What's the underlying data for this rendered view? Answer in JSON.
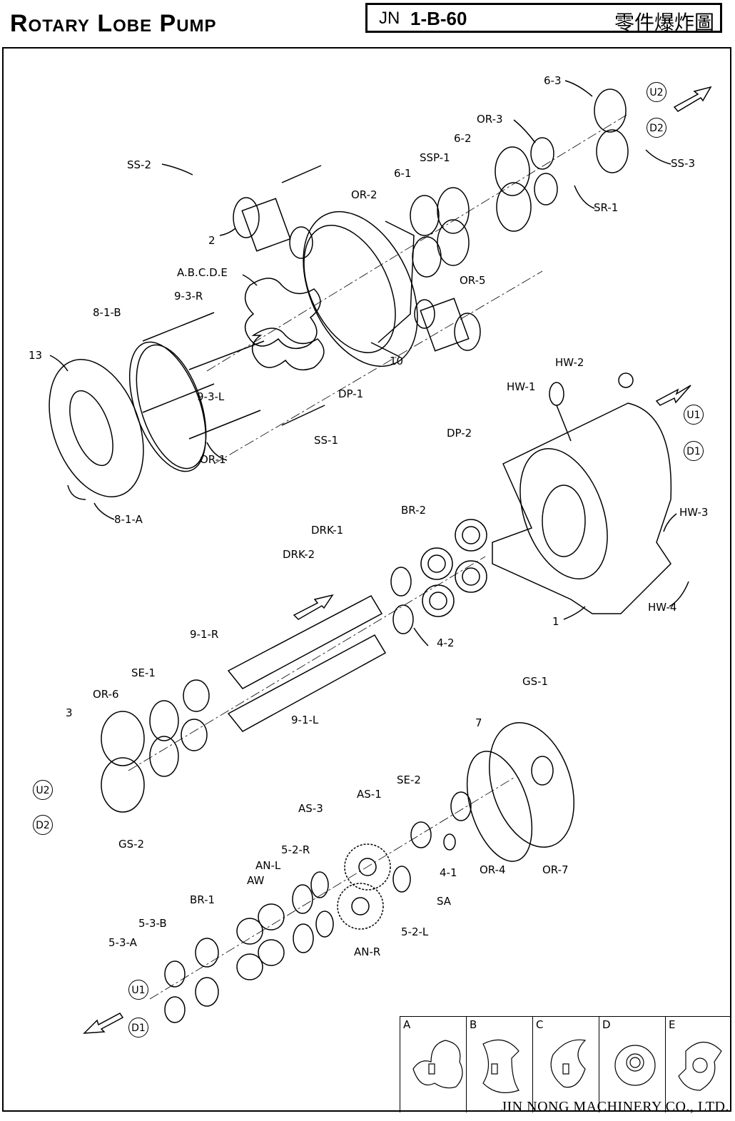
{
  "header": {
    "title": "Rotary Lobe Pump",
    "code_prefix": "JN",
    "code_number": "1-B-60",
    "drawing_type": "零件爆炸圖"
  },
  "labels": {
    "l6_3": "6-3",
    "or3": "OR-3",
    "l6_2": "6-2",
    "ssp1": "SSP-1",
    "ss3": "SS-3",
    "ss2": "SS-2",
    "l6_1": "6-1",
    "or2": "OR-2",
    "sr1": "SR-1",
    "l2": "2",
    "abcde": "A.B.C.D.E",
    "or5": "OR-5",
    "l9_3_r": "9-3-R",
    "l8_1_b": "8-1-B",
    "l13": "13",
    "l10": "10",
    "hw2": "HW-2",
    "hw1": "HW-1",
    "l9_3_l": "9-3-L",
    "dp1": "DP-1",
    "dp2": "DP-2",
    "ss1": "SS-1",
    "or1": "OR-1",
    "br2": "BR-2",
    "hw3": "HW-3",
    "l8_1_a": "8-1-A",
    "drk1": "DRK-1",
    "drk2": "DRK-2",
    "hw4": "HW-4",
    "l1": "1",
    "l9_1_r": "9-1-R",
    "l4_2": "4-2",
    "se1": "SE-1",
    "gs1": "GS-1",
    "or6": "OR-6",
    "l3": "3",
    "l9_1_l": "9-1-L",
    "l7": "7",
    "se2": "SE-2",
    "as1": "AS-1",
    "as3": "AS-3",
    "gs2": "GS-2",
    "l5_2_r": "5-2-R",
    "anl": "AN-L",
    "aw": "AW",
    "or4": "OR-4",
    "or7": "OR-7",
    "l4_1": "4-1",
    "sa": "SA",
    "br1": "BR-1",
    "l5_3_b": "5-3-B",
    "l5_2_l": "5-2-L",
    "l5_3_a": "5-3-A",
    "anr": "AN-R"
  },
  "port_markers": {
    "u2_top": "U2",
    "d2_top": "D2",
    "u1_right": "U1",
    "d1_right": "D1",
    "u2_left": "U2",
    "d2_left": "D2",
    "u1_bottom": "U1",
    "d1_bottom": "D1"
  },
  "lobe_types": [
    "A",
    "B",
    "C",
    "D",
    "E"
  ],
  "footer": "JIN NONG MACHINERY CO., LTD."
}
